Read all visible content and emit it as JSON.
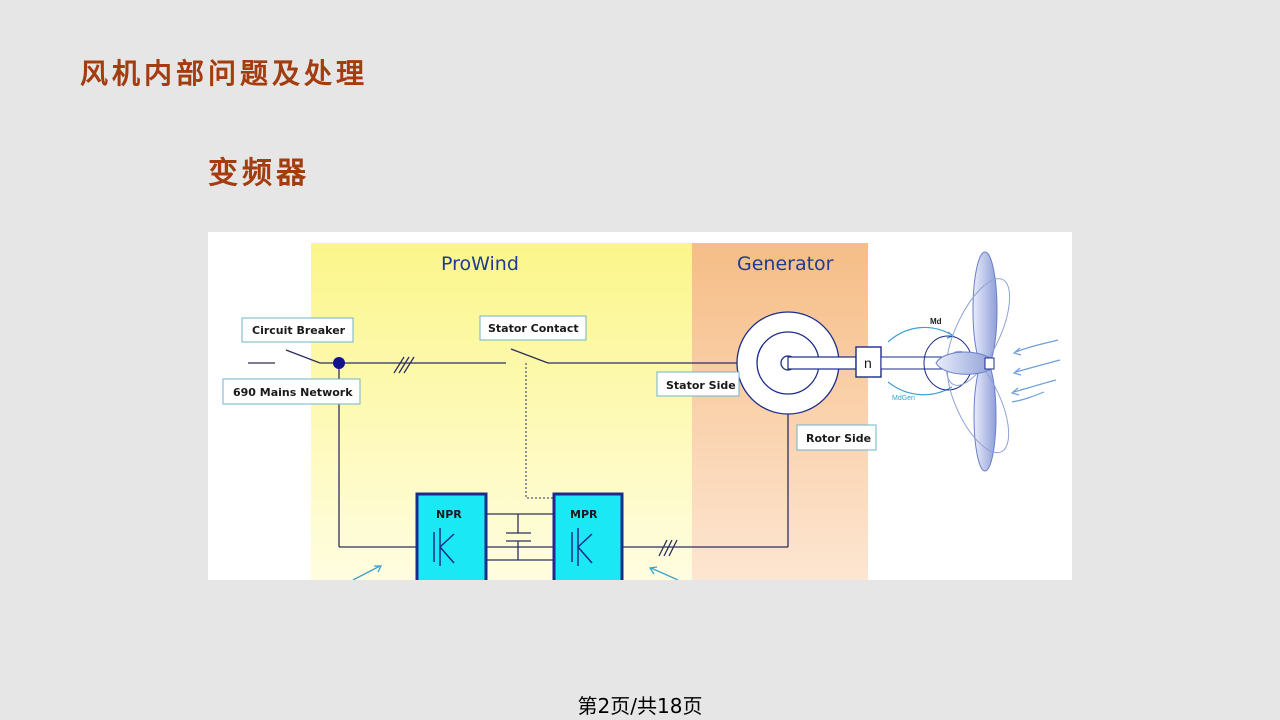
{
  "slide": {
    "title": "风机内部问题及处理",
    "subtitle": "变频器",
    "footer": "第2页/共18页"
  },
  "diagram": {
    "sections": {
      "prowind": "ProWind",
      "generator": "Generator"
    },
    "labels": {
      "circuit_breaker": "Circuit Breaker",
      "mains_network": "690 Mains Network",
      "stator_contact": "Stator Contact",
      "stator_side": "Stator Side",
      "rotor_side": "Rotor Side",
      "npr": "NPR",
      "mpr": "MPR",
      "speed": "n",
      "md": "Md",
      "md_gen": "MdGen"
    },
    "colors": {
      "prowind_zone": "#fdfaa8",
      "generator_zone": "#f8c696",
      "converter_fill": "#1be8f5",
      "converter_border": "#1c2a8a",
      "wire": "#2b2f5e",
      "label_border": "#6fb3c9",
      "arrow": "#3aa0d0"
    }
  }
}
